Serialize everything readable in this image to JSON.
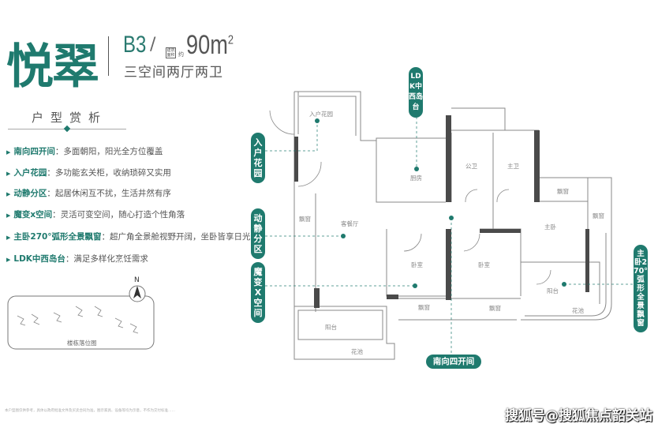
{
  "brand": {
    "name": "悦翠",
    "code": "B3",
    "slash": "/",
    "area_box": "建筑面积",
    "approx": "约",
    "area": "90m",
    "area_sup": "2",
    "layout": "三空间两厅两卫"
  },
  "section_title": "户型赏析",
  "features": [
    {
      "title": "南向四开间",
      "desc": "：多面朝阳，阳光全方位覆盖"
    },
    {
      "title": "入户花园",
      "desc": "：多功能玄关柜，收纳琐碎又实用"
    },
    {
      "title": "动静分区",
      "desc": "：起居休闲互不扰，生活井然有序"
    },
    {
      "title": "魔变x空间",
      "desc": "：灵活可变空间，随心打造个性角落"
    },
    {
      "title": "主卧270°弧形全景飘窗",
      "desc": "：超广角全景舱视野开阔，坐卧皆享日光"
    },
    {
      "title": "LDK中西岛台",
      "desc": "：满足多样化烹饪需求"
    }
  ],
  "site_map": {
    "label": "楼栋落位图",
    "north": "N"
  },
  "callouts": {
    "ldk": "LDK中西岛台",
    "entry": "入户花园",
    "zoning": "动静分区",
    "magic": "魔变X空间",
    "south": "南向四开间",
    "master": "主卧270°弧形全景飘窗"
  },
  "rooms": {
    "entry_garden": "入户花园",
    "kitchen": "厨房",
    "public_bath": "公卫",
    "master_bath": "主卫",
    "bay1": "飘窗",
    "bay2": "飘窗",
    "master_bed": "主卧",
    "living": "客餐厅",
    "bay_living": "飘窗",
    "bed1": "卧室",
    "bed2": "卧室",
    "bay3": "飘窗",
    "bay4": "飘窗",
    "balcony1": "阳台",
    "planter1": "花池",
    "balcony2": "阳台",
    "planter2": "花池"
  },
  "colors": {
    "accent": "#1f7a6e"
  },
  "fine_print": "本户型图仅供参考，具体以政府批准文件及买卖合同为准，图示家具、设备等均为示意，不作为交付标准……",
  "watermark": "搜狐号@搜狐焦点韶关站"
}
